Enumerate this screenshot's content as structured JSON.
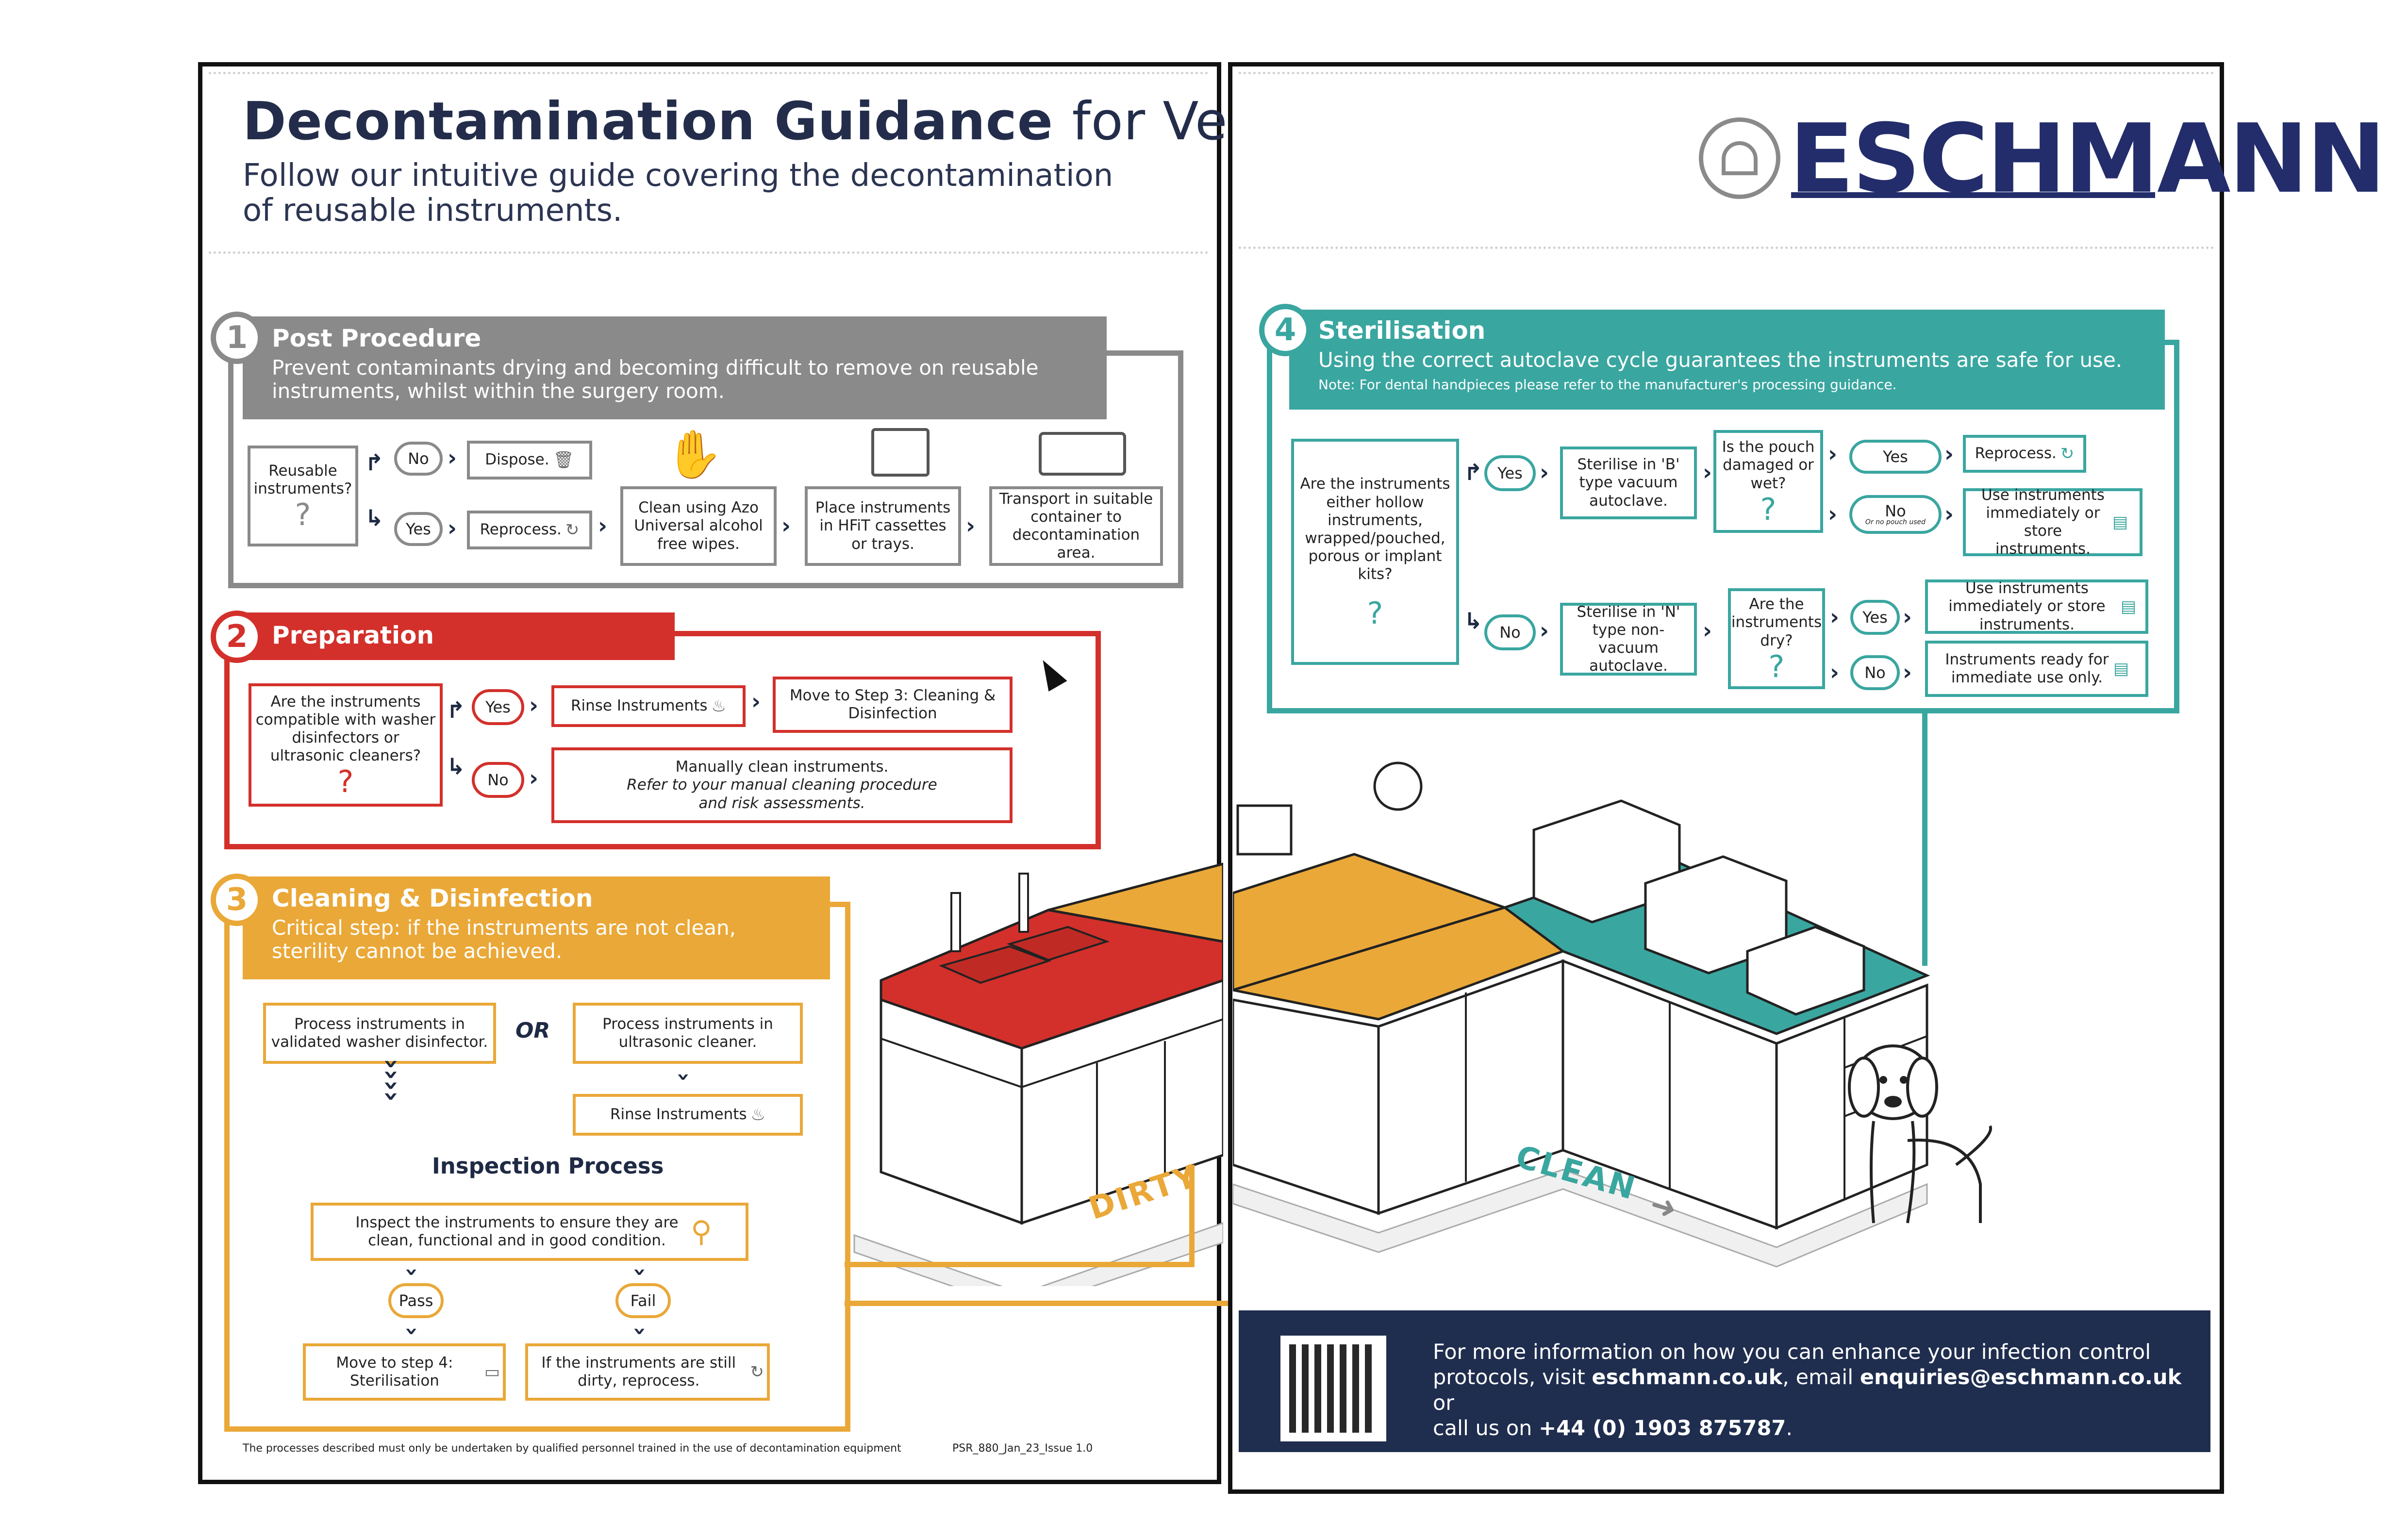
{
  "header": {
    "title_bold": "Decontamination Guidance",
    "title_light": "for Vets",
    "subtitle": "Follow our intuitive guide covering the decontamination of reusable instruments."
  },
  "sections": {
    "s1": {
      "number": "1",
      "title": "Post Procedure",
      "desc": "Prevent contaminants drying and becoming difficult to remove on reusable instruments, whilst within the surgery room.",
      "question": "Reusable instruments?",
      "no": "No",
      "yes": "Yes",
      "dispose": "Dispose.",
      "reprocess": "Reprocess.",
      "clean": "Clean using Azo Universal alcohol free wipes.",
      "place": "Place instruments in HFiT cassettes or trays.",
      "transport": "Transport in suitable container to decontamination area."
    },
    "s2": {
      "number": "2",
      "title": "Preparation",
      "question": "Are the instruments compatible with washer disinfectors or ultrasonic cleaners?",
      "yes": "Yes",
      "no": "No",
      "rinse": "Rinse Instruments",
      "move": "Move to Step 3: Cleaning & Disinfection",
      "manual_1": "Manually clean instruments.",
      "manual_2": "Refer to your manual cleaning procedure and risk assessments."
    },
    "s3": {
      "number": "3",
      "title": "Cleaning & Disinfection",
      "desc": "Critical step: if the instruments are not clean, sterility cannot be achieved.",
      "washer": "Process instruments in validated washer disinfector.",
      "or": "OR",
      "ultrasonic": "Process instruments in ultrasonic cleaner.",
      "rinse": "Rinse Instruments",
      "inspection_title": "Inspection Process",
      "inspect": "Inspect the instruments to ensure they are clean, functional and in good condition.",
      "pass": "Pass",
      "fail": "Fail",
      "move4": "Move to step 4: Sterilisation",
      "dirty": "If the instruments are still dirty, reprocess."
    },
    "s4": {
      "number": "4",
      "title": "Sterilisation",
      "desc": "Using the correct autoclave cycle guarantees the instruments are safe for use.",
      "note": "Note: For dental handpieces please refer to the manufacturer's processing guidance.",
      "question": "Are the instruments either hollow instruments, wrapped/pouched, porous or implant kits?",
      "yes": "Yes",
      "no": "No",
      "b_type": "Sterilise in 'B' type vacuum autoclave.",
      "n_type": "Sterilise in 'N' type non-vacuum autoclave.",
      "pouch_q": "Is the pouch damaged or wet?",
      "pouch_yes": "Yes",
      "pouch_no": "No",
      "pouch_no_sub": "Or no pouch used",
      "reprocess": "Reprocess.",
      "use_store": "Use instruments immediately or store instruments.",
      "dry_q": "Are the instruments dry?",
      "dry_yes": "Yes",
      "dry_no": "No",
      "use_store2": "Use instruments immediately or store instruments.",
      "ready": "Instruments ready for immediate use only."
    }
  },
  "floor": {
    "dirty": "DIRTY",
    "clean": "CLEAN"
  },
  "footer": {
    "disclaimer": "The processes described must only be undertaken by qualified personnel trained in the use of decontamination equipment",
    "code": "PSR_880_Jan_23_Issue 1.0"
  },
  "brand": {
    "name": "ESCHMANN"
  },
  "info": {
    "line1": "For more information on how you can enhance your infection control",
    "line2_pre": "protocols, visit ",
    "website": "eschmann.co.uk",
    "line2_mid": ", email ",
    "email": "enquiries@eschmann.co.uk",
    "line2_post": " or",
    "line3_pre": "call us on ",
    "phone": "+44 (0) 1903 875787",
    "line3_post": "."
  },
  "colors": {
    "grey": "#8a8a8a",
    "red": "#d3302b",
    "orange": "#eaa838",
    "teal": "#3aa6a0",
    "navy": "#232d4b",
    "info_bg": "#1f2d4e"
  }
}
